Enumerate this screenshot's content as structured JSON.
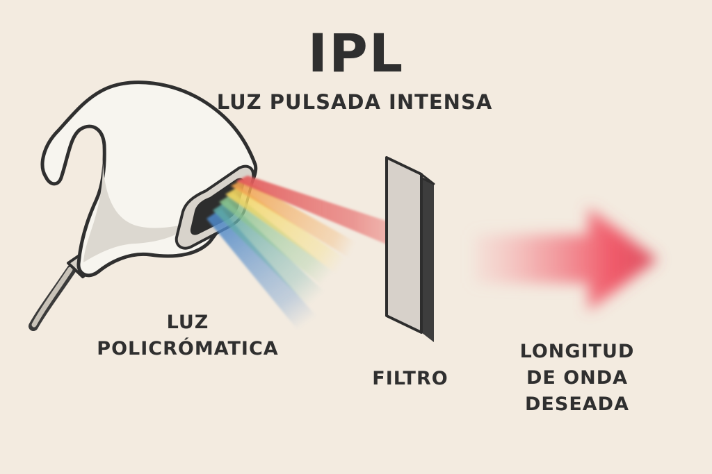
{
  "title": "IPL",
  "subtitle": "LUZ PULSADA INTENSA",
  "labels": {
    "source_line1": "LUZ",
    "source_line2": "POLICRÓMATICA",
    "filter": "FILTRO",
    "result_line1": "LONGITUD",
    "result_line2": "DE ONDA",
    "result_line3": "DESEADA"
  },
  "colors": {
    "background": "#f3ebe0",
    "text": "#2f2f2f",
    "beam_red": "#e25a5a",
    "beam_orange": "#f0a04b",
    "beam_yellow": "#f2d35c",
    "beam_green": "#86c08a",
    "beam_teal": "#5aa7a3",
    "beam_blue": "#4a84c4",
    "arrow": "#f04f62"
  },
  "icons": {
    "device": "ipl-handpiece-icon",
    "filter": "filter-plate-icon",
    "arrow": "right-arrow-icon"
  }
}
